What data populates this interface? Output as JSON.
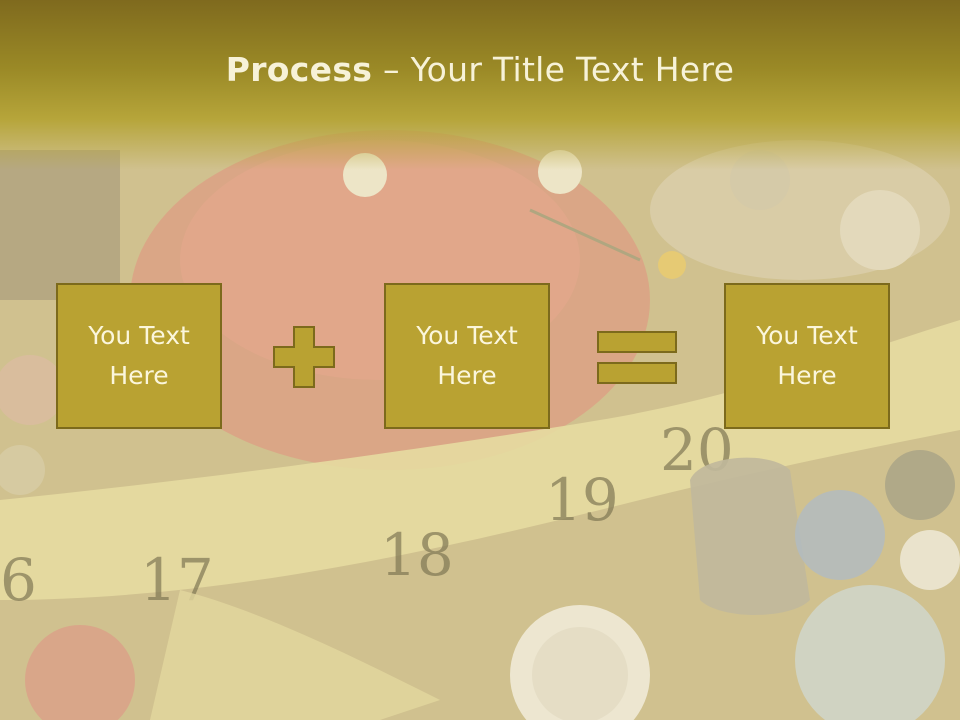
{
  "slide": {
    "title_bold": "Process",
    "title_rest": " – Your Title Text Here",
    "boxes": [
      "You Text\nHere",
      "You Text\nHere",
      "You Text\nHere"
    ],
    "operators": [
      "plus-icon",
      "equals-icon"
    ],
    "colors": {
      "title_band": "#9a8926",
      "box_fill": "#b9a232",
      "box_border": "#7c6a1c",
      "text": "#fbf6dc"
    }
  }
}
